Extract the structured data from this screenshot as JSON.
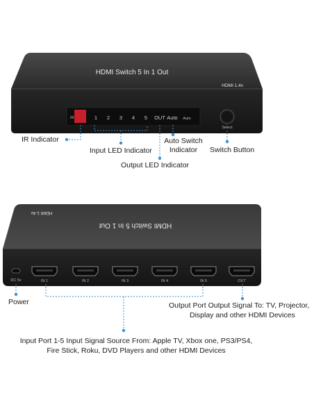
{
  "top_device": {
    "title": "HDMI Switch 5 In 1 Out",
    "version": "HDMI 1.4v",
    "ir_label": "IR",
    "leds": [
      "1",
      "2",
      "3",
      "4",
      "5",
      "OUT",
      "Auto"
    ],
    "auto_small": "Auto",
    "select_label": "Select"
  },
  "top_callouts": {
    "ir": "IR Indicator",
    "input_led": "Input LED Indicator",
    "auto_switch_line1": "Auto Switch",
    "auto_switch_line2": "Indicator",
    "switch_button": "Switch Button",
    "output_led": "Output LED Indicator"
  },
  "bottom_device": {
    "title": "HDMI Switch 5 In 1 Out",
    "version": "HDMI 1.4v",
    "ports": [
      "DC 5v",
      "IN 1",
      "IN 2",
      "IN 3",
      "IN 4",
      "IN 5",
      "OUT"
    ]
  },
  "bottom_callouts": {
    "power": "Power",
    "output_line1": "Output Port Output Signal To: TV, Projector,",
    "output_line2": "Display and other HDMI Devices",
    "input_line1": "Input Port 1-5 Input Signal Source From: Apple TV, Xbox one, PS3/PS4,",
    "input_line2": "Fire Stick, Roku, DVD Players and other HDMI Devices"
  },
  "colors": {
    "accent": "#3a8fd1",
    "device_body": "#2b2b2b",
    "ir_window": "#c8202a"
  }
}
